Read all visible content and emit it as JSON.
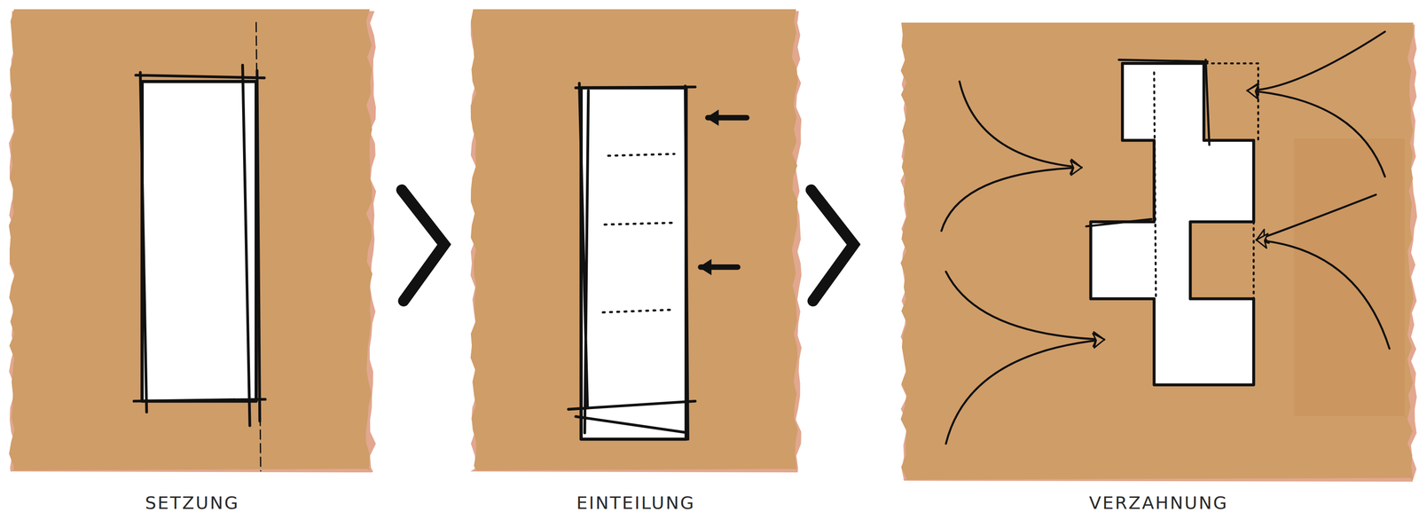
{
  "diagram": {
    "nodes": [
      {
        "text": [
          "SETZUNG"
        ]
      },
      {
        "text": [
          "EINTEILUNG"
        ]
      },
      {
        "text": [
          "VERZAHNUNG"
        ]
      }
    ],
    "edges": [
      {
        "from": 0,
        "to": 1,
        "arrow": "to"
      },
      {
        "from": 1,
        "to": 2,
        "arrow": "to"
      }
    ]
  }
}
